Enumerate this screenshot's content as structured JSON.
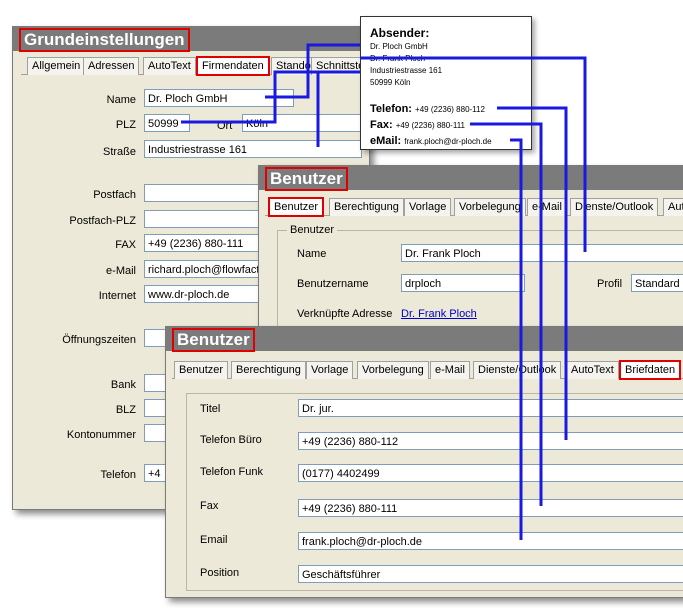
{
  "win1": {
    "title": "Grundeinstellungen",
    "tabs": [
      "Allgemein",
      "Adressen",
      "AutoText",
      "Firmendaten",
      "Standort",
      "Schnittstelle"
    ],
    "labels": {
      "name": "Name",
      "plz": "PLZ",
      "ort": "Ort",
      "strasse": "Straße",
      "postfach": "Postfach",
      "postfach_plz": "Postfach-PLZ",
      "fax": "FAX",
      "email": "e-Mail",
      "internet": "Internet",
      "oeffnungszeiten": "Öffnungszeiten",
      "bank": "Bank",
      "blz": "BLZ",
      "kontonummer": "Kontonummer",
      "telefon": "Telefon"
    },
    "values": {
      "name": "Dr. Ploch GmbH",
      "plz": "50999",
      "ort": "Köln",
      "strasse": "Industriestrasse 161",
      "postfach": "",
      "postfach_plz": "",
      "fax": "+49 (2236) 880-111",
      "email": "richard.ploch@flowfact",
      "internet": "www.dr-ploch.de",
      "telefon": "+4"
    }
  },
  "win2": {
    "title": "Benutzer",
    "tabs": [
      "Benutzer",
      "Berechtigung",
      "Vorlage",
      "Vorbelegung",
      "e-Mail",
      "Dienste/Outlook",
      "Aut"
    ],
    "group_label": "Benutzer",
    "labels": {
      "name": "Name",
      "benutzername": "Benutzername",
      "profil": "Profil",
      "adresse": "Verknüpfte Adresse"
    },
    "values": {
      "name": "Dr. Frank Ploch",
      "benutzername": "drploch",
      "profil": "Standard",
      "adresse": "Dr. Frank Ploch"
    }
  },
  "win3": {
    "title": "Benutzer",
    "tabs": [
      "Benutzer",
      "Berechtigung",
      "Vorlage",
      "Vorbelegung",
      "e-Mail",
      "Dienste/Outlook",
      "AutoText",
      "Briefdaten"
    ],
    "labels": {
      "titel": "Titel",
      "telefon_buero": "Telefon Büro",
      "telefon_funk": "Telefon Funk",
      "fax": "Fax",
      "email": "Email",
      "position": "Position"
    },
    "values": {
      "titel": "Dr. jur.",
      "telefon_buero": "+49 (2236) 880-112",
      "telefon_funk": "(0177) 4402499",
      "fax": "+49 (2236) 880-111",
      "email": "frank.ploch@dr-ploch.de",
      "position": "Geschäftsführer"
    }
  },
  "card": {
    "heading": "Absender:",
    "line1": "Dr. Ploch GmbH",
    "line2": "Dr. Frank Ploch",
    "line3": "Industriestrasse 161",
    "line4": "50999 Köln",
    "tel_label": "Telefon:",
    "tel_value": "+49 (2236) 880-112",
    "fax_label": "Fax:",
    "fax_value": "+49 (2236) 880-111",
    "email_label": "eMail:",
    "email_value": "frank.ploch@dr-ploch.de"
  },
  "colors": {
    "connector": "#1a1adf",
    "highlight": "#e00000",
    "titlebar": "#7b7b7b",
    "dialog": "#ece9d8"
  }
}
